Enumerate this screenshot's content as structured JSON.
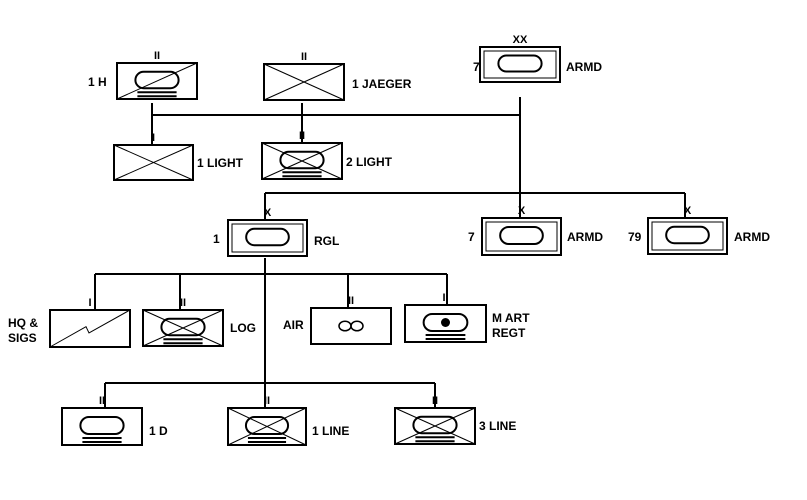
{
  "colors": {
    "line": "#000000",
    "background": "#ffffff"
  },
  "units": {
    "div": {
      "echelon": "XX",
      "number": "7",
      "label": "ARMD",
      "symbol": "armor"
    },
    "div_1h": {
      "echelon": "II",
      "number": "1 H",
      "label": "",
      "symbol": "armored-cavalry"
    },
    "div_jaeger": {
      "echelon": "II",
      "number": "",
      "label": "1 JAEGER",
      "symbol": "infantry"
    },
    "div_1light": {
      "echelon": "I",
      "number": "",
      "label": "1 LIGHT",
      "symbol": "infantry"
    },
    "div_2light": {
      "echelon": "II",
      "number": "",
      "label": "2 LIGHT",
      "symbol": "mechanized-infantry"
    },
    "bde_1": {
      "echelon": "X",
      "number": "1",
      "label": "RGL",
      "symbol": "armor"
    },
    "bde_7": {
      "echelon": "X",
      "number": "7",
      "label": "ARMD",
      "symbol": "armor"
    },
    "bde_79": {
      "echelon": "X",
      "number": "79",
      "label": "ARMD",
      "symbol": "armor"
    },
    "hq_sigs": {
      "echelon": "I",
      "number": "",
      "label": "HQ & SIGS",
      "label_lines": [
        "HQ &",
        "SIGS"
      ],
      "symbol": "signals"
    },
    "log": {
      "echelon": "II",
      "number": "",
      "label": "LOG",
      "symbol": "mechanized-infantry"
    },
    "air": {
      "echelon": "II",
      "number": "",
      "label": "AIR",
      "symbol": "aviation"
    },
    "art": {
      "echelon": "II",
      "number": "",
      "label": "M ART REGT",
      "label_lines": [
        "M ART",
        "REGT"
      ],
      "symbol": "self-propelled-artillery"
    },
    "bn_1d": {
      "echelon": "II",
      "number": "",
      "label": "1 D",
      "symbol": "armored-cavalry-tracked"
    },
    "bn_1line": {
      "echelon": "II",
      "number": "",
      "label": "1 LINE",
      "symbol": "mechanized-infantry"
    },
    "bn_3line": {
      "echelon": "II",
      "number": "",
      "label": "3 LINE",
      "symbol": "mechanized-infantry"
    }
  }
}
